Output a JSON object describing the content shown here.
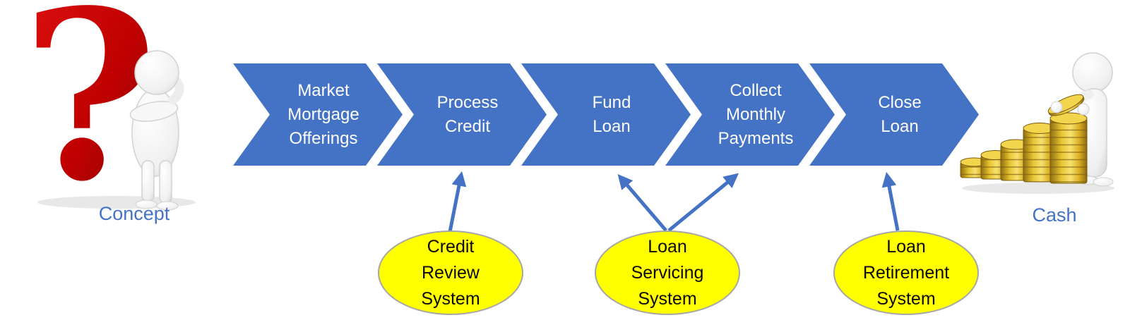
{
  "title": "Loan process flow from Concept to Cash",
  "colors": {
    "chevron_blue": "#4472C4",
    "arrow_blue": "#4472C4",
    "system_fill_yellow": "#FFFF00",
    "system_border_gray": "#A6A6A6",
    "system_text": "#0A0A0A",
    "step_text": "#FFFFFF",
    "endpoint_label_blue": "#4472C4",
    "question_mark_red": "#C00000",
    "coin_gold": "#E3BC2B"
  },
  "endpoints": {
    "concept": {
      "label": "Concept",
      "icon": "thinking-person-question-mark-icon"
    },
    "cash": {
      "label": "Cash",
      "icon": "person-stacking-coins-icon"
    }
  },
  "steps": [
    {
      "id": "market-mortgage-offerings",
      "lines": [
        "Market",
        "Mortgage",
        "Offerings"
      ]
    },
    {
      "id": "process-credit",
      "lines": [
        "Process",
        "Credit"
      ]
    },
    {
      "id": "fund-loan",
      "lines": [
        "Fund",
        "Loan"
      ]
    },
    {
      "id": "collect-monthly-payments",
      "lines": [
        "Collect",
        "Monthly",
        "Payments"
      ]
    },
    {
      "id": "close-loan",
      "lines": [
        "Close",
        "Loan"
      ]
    }
  ],
  "systems": [
    {
      "id": "credit-review-system",
      "lines": [
        "Credit",
        "Review",
        "System"
      ],
      "connects_to": [
        "process-credit"
      ]
    },
    {
      "id": "loan-servicing-system",
      "lines": [
        "Loan",
        "Servicing",
        "System"
      ],
      "connects_to": [
        "fund-loan",
        "collect-monthly-payments"
      ]
    },
    {
      "id": "loan-retirement-system",
      "lines": [
        "Loan",
        "Retirement",
        "System"
      ],
      "connects_to": [
        "close-loan"
      ]
    }
  ]
}
